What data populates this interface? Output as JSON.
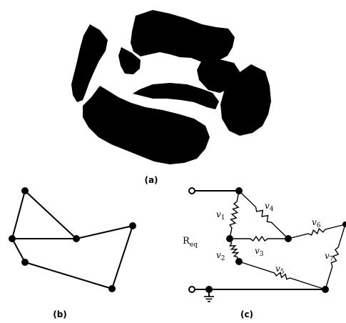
{
  "captions": {
    "a": "(a)",
    "b": "(b)",
    "c": "(c)"
  },
  "circuit": {
    "req": {
      "main": "R",
      "sub": "eq"
    },
    "resistors": [
      {
        "id": "v1",
        "label": "v",
        "sub": "1"
      },
      {
        "id": "v2",
        "label": "v",
        "sub": "2"
      },
      {
        "id": "v3",
        "label": "v",
        "sub": "3"
      },
      {
        "id": "v4",
        "label": "v",
        "sub": "4"
      },
      {
        "id": "v5",
        "label": "v",
        "sub": "5"
      },
      {
        "id": "v6",
        "label": "v",
        "sub": "6"
      },
      {
        "id": "v7",
        "label": "v",
        "sub": "7"
      }
    ]
  }
}
